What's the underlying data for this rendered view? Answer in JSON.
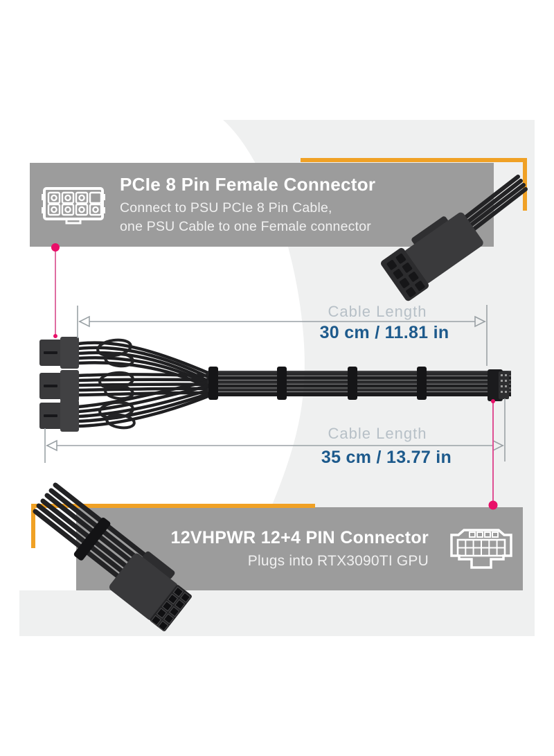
{
  "top_banner": {
    "title": "PCIe 8 Pin Female Connector",
    "subtitle_line1": "Connect to PSU PCIe 8 Pin Cable,",
    "subtitle_line2": "one PSU Cable to one Female connector",
    "icon": "pcie-8pin-female-connector-icon"
  },
  "bottom_banner": {
    "title": "12VHPWR 12+4 PIN Connector",
    "subtitle": "Plugs into RTX3090TI GPU",
    "icon": "12vhpwr-12plus4-pin-connector-icon"
  },
  "dimensions": {
    "top": {
      "label": "Cable Length",
      "value": "30 cm / 11.81 in"
    },
    "bottom": {
      "label": "Cable Length",
      "value": "35 cm / 13.77 in"
    }
  },
  "colors": {
    "banner_gray": "#9c9c9c",
    "panel_gray": "#eff0f0",
    "accent_orange": "#f0a125",
    "accent_pink": "#e90f68",
    "value_blue": "#1d5a8c",
    "label_gray": "#b7c0c7",
    "dimension_gray": "#9aa1a5",
    "cable_black": "#232325",
    "text_white": "#ffffff"
  }
}
